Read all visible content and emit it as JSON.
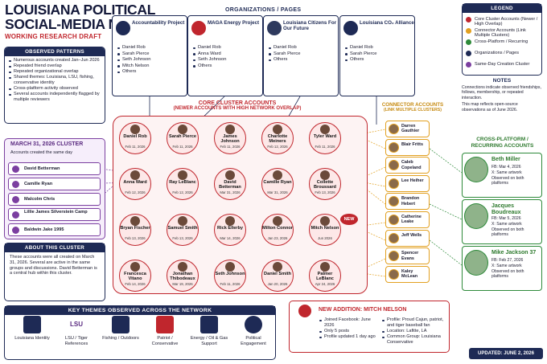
{
  "title": {
    "line1": "LOUISIANA POLITICAL",
    "line2": "SOCIAL-MEDIA NETWORK REVIEW",
    "subtitle": "WORKING RESEARCH DRAFT"
  },
  "observed": {
    "header": "OBSERVED PATTERNS",
    "items": [
      "Numerous accounts created Jan–Jun 2026",
      "Repeated friend overlap",
      "Repeated organizational overlap",
      "Shared themes: Louisiana, LSU, fishing, conservative identity",
      "Cross-platform activity observed",
      "Several accounts independently flagged by multiple reviewers"
    ]
  },
  "orgs": {
    "header": "ORGANIZATIONS / PAGES",
    "items": [
      {
        "name": "Accountability Project",
        "members": [
          "Daniel Rob",
          "Sarah Pierce",
          "Seth Johnson",
          "Mitch Nelson",
          "Others"
        ]
      },
      {
        "name": "MAGA Energy Project",
        "members": [
          "Daniel Rob",
          "Anna Ward",
          "Seth Johnson",
          "Others"
        ]
      },
      {
        "name": "Louisiana Citizens For Our Future",
        "members": [
          "Daniel Rob",
          "Sarah Pierce",
          "Others"
        ]
      },
      {
        "name": "Louisiana CO₂ Alliance",
        "members": [
          "Daniel Rob",
          "Sarah Pierce",
          "Others"
        ]
      }
    ]
  },
  "legend": {
    "header": "LEGEND",
    "items": [
      {
        "label": "Core Cluster Accounts (Newer / High Overlap)",
        "color": "#c0262d"
      },
      {
        "label": "Connector Accounts (Link Multiple Clusters)",
        "color": "#e2a020"
      },
      {
        "label": "Cross-Platform / Recurring",
        "color": "#2e8a3a"
      },
      {
        "label": "Organizations / Pages",
        "color": "#1e2a55"
      },
      {
        "label": "Same-Day Creation Cluster",
        "color": "#7b3fa0"
      }
    ]
  },
  "notes": {
    "header": "NOTES",
    "text1": "Connections indicate observed friendships, follows, membership, or repeated interaction.",
    "text2": "This map reflects open-source observations as of June 2026."
  },
  "core": {
    "title": "CORE CLUSTER ACCOUNTS",
    "subtitle": "(NEWER ACCOUNTS WITH HIGH NETWORK OVERLAP)",
    "nodes": [
      {
        "name": "Daniel Rob",
        "date": "Feb 11, 2026"
      },
      {
        "name": "Sarah Pierce",
        "date": "Feb 11, 2026"
      },
      {
        "name": "James Johnson",
        "date": "Feb 11, 2026"
      },
      {
        "name": "Charlotte Meiners",
        "date": "Feb 12, 2026"
      },
      {
        "name": "Tyler Ward",
        "date": "Feb 11, 2026"
      },
      {
        "name": "Anna Ward",
        "date": "Feb 12, 2026"
      },
      {
        "name": "Ray LeBlanc",
        "date": "Feb 12, 2026"
      },
      {
        "name": "David Betterman",
        "date": "Mar 31, 2026"
      },
      {
        "name": "Camille Ryan",
        "date": "Mar 31, 2026"
      },
      {
        "name": "Collette Broussard",
        "date": "Feb 13, 2026"
      },
      {
        "name": "Bryan Fischer",
        "date": "Feb 13, 2026"
      },
      {
        "name": "Samuel Smith",
        "date": "Feb 13, 2026"
      },
      {
        "name": "Rick Ellerby",
        "date": "Mar 14, 2026"
      },
      {
        "name": "Milton Connor",
        "date": "Jan 23, 2026"
      },
      {
        "name": "Mitch Nelson",
        "date": "Jun 2026"
      },
      {
        "name": "Francesca Vitano",
        "date": "Feb 14, 2026"
      },
      {
        "name": "Jonathan Thibodeaux",
        "date": "Mar 19, 2026"
      },
      {
        "name": "Seth Johnson",
        "date": "Feb 11, 2026"
      },
      {
        "name": "Daniel Smith",
        "date": "Jan 20, 2026"
      },
      {
        "name": "Palmer LeBlanc",
        "date": "Apr 24, 2026"
      }
    ],
    "new_badge": "NEW"
  },
  "connectors": {
    "title": "CONNECTOR ACCOUNTS",
    "subtitle": "(LINK MULTIPLE CLUSTERS)",
    "items": [
      "Darren Gauthier",
      "Blair Fritts",
      "Caleb Copeland",
      "Lee Heiher",
      "Brandon Hebert",
      "Catherine Leake",
      "Jeff Wells",
      "Spencer Evans",
      "Kaley McLean"
    ]
  },
  "march": {
    "title": "MARCH 31, 2026 CLUSTER",
    "subtitle": "Accounts created the same day",
    "items": [
      "David Betterman",
      "Camille Ryan",
      "Malcolm Chris",
      "Lillie James Silverstein Camp",
      "Baldwin Jake 1995"
    ]
  },
  "about": {
    "header": "ABOUT THIS CLUSTER",
    "text": "These accounts were all created on March 31, 2026. Several are active in the same groups and discussions. David Betterman is a central hub within this cluster."
  },
  "crossplat": {
    "title": "CROSS-PLATFORM / RECURRING ACCOUNTS",
    "items": [
      {
        "name": "Beth Miller",
        "fb": "FB: Mar 4, 2026",
        "x": "X: Same artwork",
        "obs": "Observed on both platforms"
      },
      {
        "name": "Jacques Boudreaux",
        "fb": "FB: Mar 5, 2026",
        "x": "X: Same artwork",
        "obs": "Observed on both platforms"
      },
      {
        "name": "Mike Jackson 37",
        "fb": "FB: Feb 27, 2026",
        "x": "X: Same artwork",
        "obs": "Observed on both platforms"
      }
    ]
  },
  "themes": {
    "header": "KEY THEMES OBSERVED ACROSS THE NETWORK",
    "items": [
      "Louisiana Identity",
      "LSU / Tiger References",
      "Fishing / Outdoors",
      "Patriot / Conservative",
      "Energy / Oil & Gas Support",
      "Political Engagement"
    ],
    "lsu_text": "LSU"
  },
  "newadd": {
    "header": "NEW ADDITION: MITCH NELSON",
    "left": [
      "Joined Facebook: June 2026",
      "Only 5 posts",
      "Profile updated 1 day ago"
    ],
    "right": [
      "Profile: Proud Cajun, patriot, and tiger baseball fan",
      "Location: Lafitte, LA",
      "Common Group: Louisiana Conservative"
    ]
  },
  "updated": "UPDATED: JUNE 2, 2026"
}
